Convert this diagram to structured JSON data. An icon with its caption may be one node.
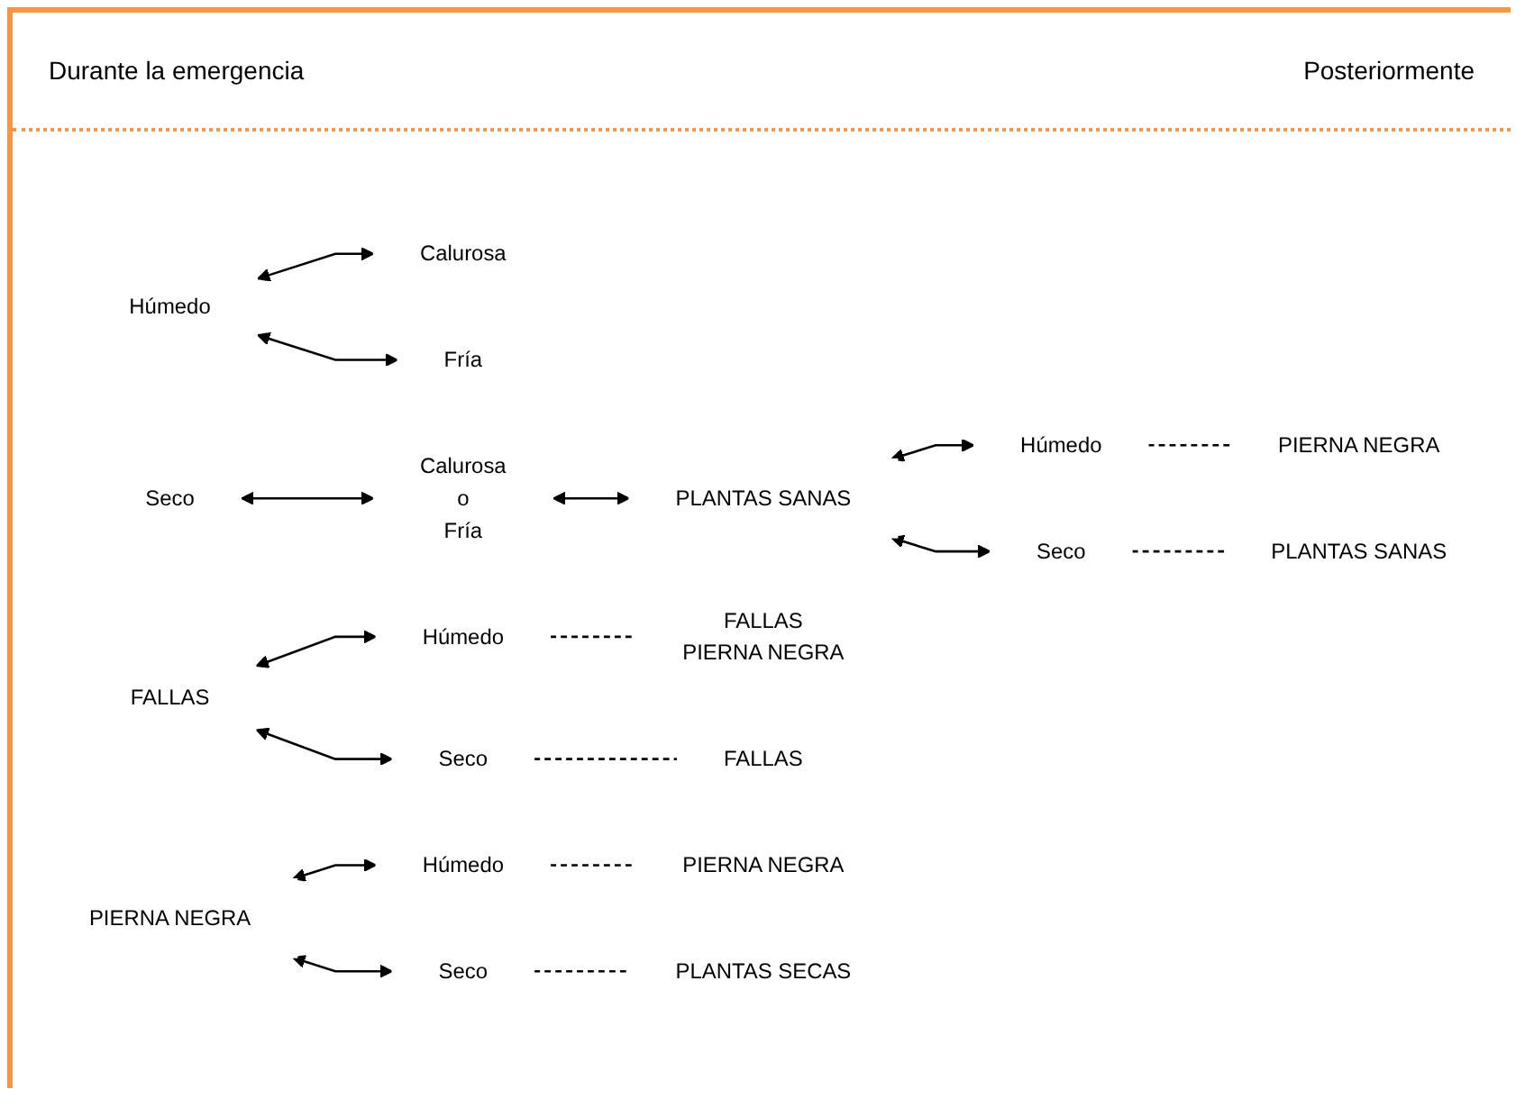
{
  "diagram": {
    "nodes": [
      {
        "text": [
          "Húmedo"
        ]
      },
      {
        "text": [
          "Calurosa"
        ]
      },
      {
        "text": [
          "Fría"
        ]
      },
      {
        "text": [
          "FALLAS"
        ]
      },
      {
        "text": [
          "PIERNA NEGRA"
        ]
      },
      {
        "text": [
          "Húmedo"
        ]
      },
      {
        "text": [
          "Seco"
        ]
      },
      {
        "text": [
          "Húmedo"
        ]
      },
      {
        "text": [
          "Seco"
        ]
      },
      {
        "text": [
          "Seco"
        ]
      },
      {
        "text": [
          "Calurosa",
          "o",
          "Fría"
        ]
      },
      {
        "text": [
          "PLANTAS SANAS"
        ]
      },
      {
        "text": [
          "Húmedo"
        ]
      },
      {
        "text": [
          "Seco"
        ]
      },
      {
        "text": [
          "FALLAS",
          "PIERNA NEGRA"
        ]
      },
      {
        "text": [
          "FALLAS"
        ]
      },
      {
        "text": [
          "PIERNA NEGRA"
        ]
      },
      {
        "text": [
          "PLANTAS SECAS"
        ]
      },
      {
        "text": [
          "PIERNA NEGRA"
        ]
      },
      {
        "text": [
          "PLANTAS SANAS"
        ]
      }
    ],
    "edges": [
      {
        "from": 0,
        "to": 1,
        "arrow": "both"
      },
      {
        "from": 0,
        "to": 2,
        "arrow": "both"
      },
      {
        "from": 3,
        "to": 5,
        "arrow": "both"
      },
      {
        "from": 3,
        "to": 6,
        "arrow": "both"
      },
      {
        "from": 4,
        "to": 7,
        "arrow": "both"
      },
      {
        "from": 4,
        "to": 8,
        "arrow": "both"
      },
      {
        "from": 9,
        "to": 10,
        "arrow": "both"
      },
      {
        "from": 10,
        "to": 11,
        "arrow": "both"
      },
      {
        "from": 11,
        "to": 12,
        "arrow": "both"
      },
      {
        "from": 11,
        "to": 13,
        "arrow": "both"
      },
      {
        "from": 5,
        "to": 14,
        "arrow": "none",
        "style": "dashed"
      },
      {
        "from": 6,
        "to": 15,
        "arrow": "none",
        "style": "dashed"
      },
      {
        "from": 7,
        "to": 16,
        "arrow": "none",
        "style": "dashed"
      },
      {
        "from": 8,
        "to": 17,
        "arrow": "none",
        "style": "dashed"
      },
      {
        "from": 12,
        "to": 18,
        "arrow": "none",
        "style": "dashed"
      },
      {
        "from": 13,
        "to": 19,
        "arrow": "none",
        "style": "dashed"
      }
    ],
    "labels": [
      "Durante la emergencia",
      "Posteriormente"
    ]
  }
}
